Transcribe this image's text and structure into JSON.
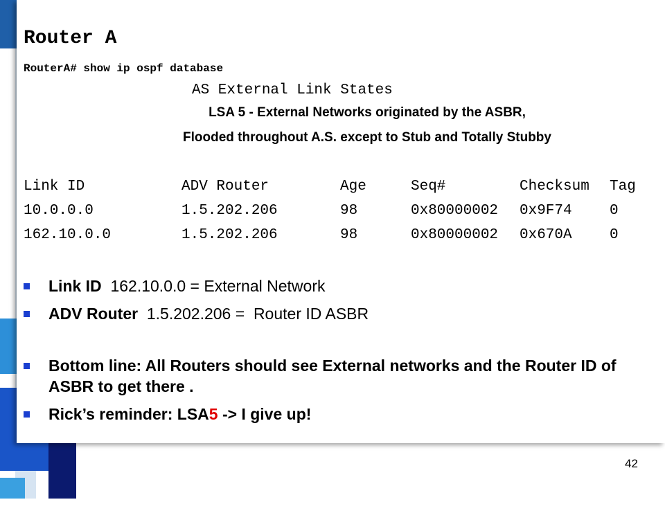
{
  "slide": {
    "title": "Router A",
    "command": "RouterA# show ip ospf database",
    "section_heading": "AS External Link States",
    "lsa_line_1": "LSA 5 - External Networks originated by the ASBR,",
    "lsa_line_2": "Flooded throughout A.S. except to Stub and Totally Stubby",
    "table": {
      "headers": [
        "Link ID",
        "ADV Router",
        "Age",
        "Seq#",
        "Checksum",
        "Tag"
      ],
      "rows": [
        [
          "10.0.0.0",
          "1.5.202.206",
          "98",
          "0x80000002",
          "0x9F74",
          "0"
        ],
        [
          "162.10.0.0",
          "1.5.202.206",
          "98",
          "0x80000002",
          "0x670A",
          "0"
        ]
      ]
    },
    "bullets": [
      {
        "bold": "Link ID",
        "rest": "  162.10.0.0 = External Network"
      },
      {
        "bold": "ADV Router",
        "rest": "  1.5.202.206 =  Router ID ASBR"
      },
      {
        "bold": "Bottom line: All Routers should see External networks and the Router ID of ASBR to get there .",
        "rest": ""
      },
      {
        "bold_prefix": "Rick’s reminder: LSA",
        "red": "5",
        "bold_suffix": " -> I give up!"
      }
    ],
    "page_number": "42",
    "colors": {
      "bullet": "#1a3fd0",
      "highlight": "#e00000",
      "stripe_dark": "#0a2a8c",
      "stripe_mid": "#1a55c8"
    }
  }
}
